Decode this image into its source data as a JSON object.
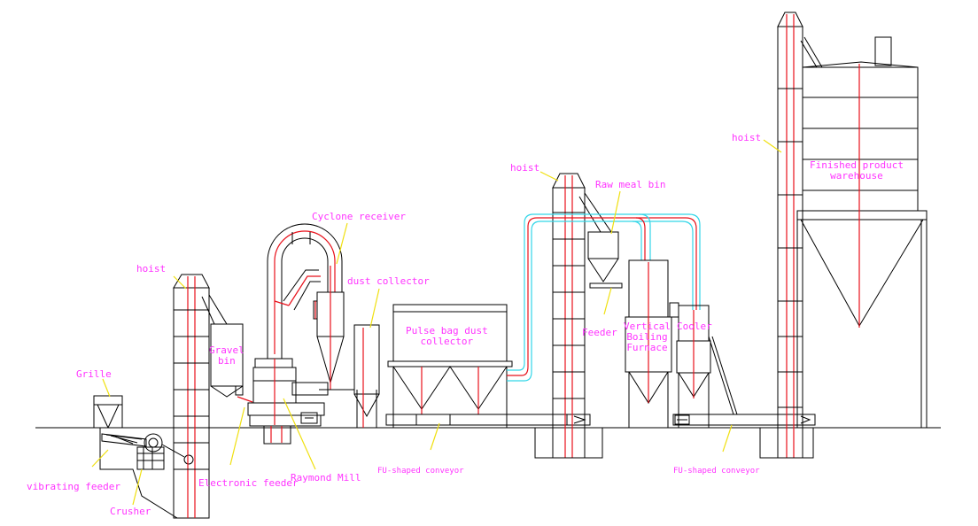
{
  "labels": {
    "grille": "Grille",
    "vibrating_feeder": "vibrating feeder",
    "crusher": "Crusher",
    "hoist_1": "hoist",
    "gravel_bin": "Gravel\nbin",
    "electronic_feeder": "Electronic feeder",
    "raymond_mill": "Raymond Mill",
    "cyclone_receiver": "Cyclone receiver",
    "dust_collector": "dust collector",
    "pulse_bag_dust_collector": "Pulse bag dust\ncollector",
    "fu_conveyor_1": "FU-shaped conveyor",
    "hoist_2": "hoist",
    "raw_meal_bin": "Raw meal bin",
    "feeder": "Feeder",
    "vertical_boiling_furnace": "Vertical\nBoiling\nFurnace",
    "cooler": "Cooler",
    "fu_conveyor_2": "FU-shaped conveyor",
    "hoist_3": "hoist",
    "finished_product_warehouse": "Finished product\nwarehouse"
  },
  "colors": {
    "label_text": "#ff33ff",
    "outline": "#000000",
    "center_line": "#e8101a",
    "duct_outer": "#33d6e8",
    "leader_line": "#f0e010"
  }
}
